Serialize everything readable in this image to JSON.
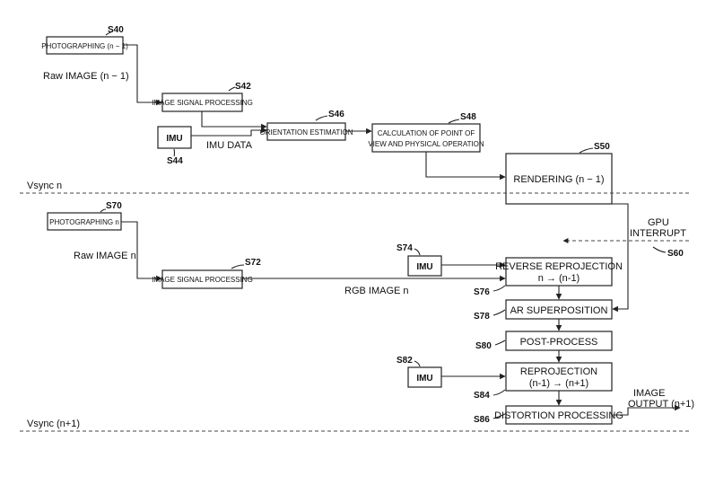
{
  "boxes": {
    "photographing_prev": "PHOTOGRAPHING (n − 1)",
    "isp_1": "IMAGE SIGNAL PROCESSING",
    "imu_1": "IMU",
    "orientation_estimation": "ORIENTATION ESTIMATION",
    "calc_line1": "CALCULATION OF POINT OF",
    "calc_line2": "VIEW AND PHYSICAL OPERATION",
    "rendering": "RENDERING (n − 1)",
    "photographing_n": "PHOTOGRAPHING n",
    "isp_2": "IMAGE SIGNAL PROCESSING",
    "imu_2": "IMU",
    "reverse_reproj_line1": "REVERSE REPROJECTION",
    "reverse_reproj_line2": "n → (n-1)",
    "ar_superposition": "AR SUPERPOSITION",
    "post_process": "POST-PROCESS",
    "imu_3": "IMU",
    "reproj_line1": "REPROJECTION",
    "reproj_line2": "(n-1) → (n+1)",
    "distortion_processing": "DISTORTION PROCESSING"
  },
  "steps": {
    "s40": "S40",
    "s42": "S42",
    "s44": "S44",
    "s46": "S46",
    "s48": "S48",
    "s50": "S50",
    "s60": "S60",
    "s70": "S70",
    "s72": "S72",
    "s74": "S74",
    "s76": "S76",
    "s78": "S78",
    "s80": "S80",
    "s82": "S82",
    "s84": "S84",
    "s86": "S86"
  },
  "labels": {
    "raw_image_prev": "Raw IMAGE (n − 1)",
    "imu_data": "IMU DATA",
    "vsync_n": "Vsync  n",
    "gpu_line1": "GPU",
    "gpu_line2": "INTERRUPT",
    "raw_image_n": "Raw IMAGE n",
    "rgb_image_n": "RGB IMAGE n",
    "image_output_line1": "IMAGE",
    "image_output_line2": "OUTPUT (n+1)",
    "vsync_n1": "Vsync  (n+1)"
  }
}
